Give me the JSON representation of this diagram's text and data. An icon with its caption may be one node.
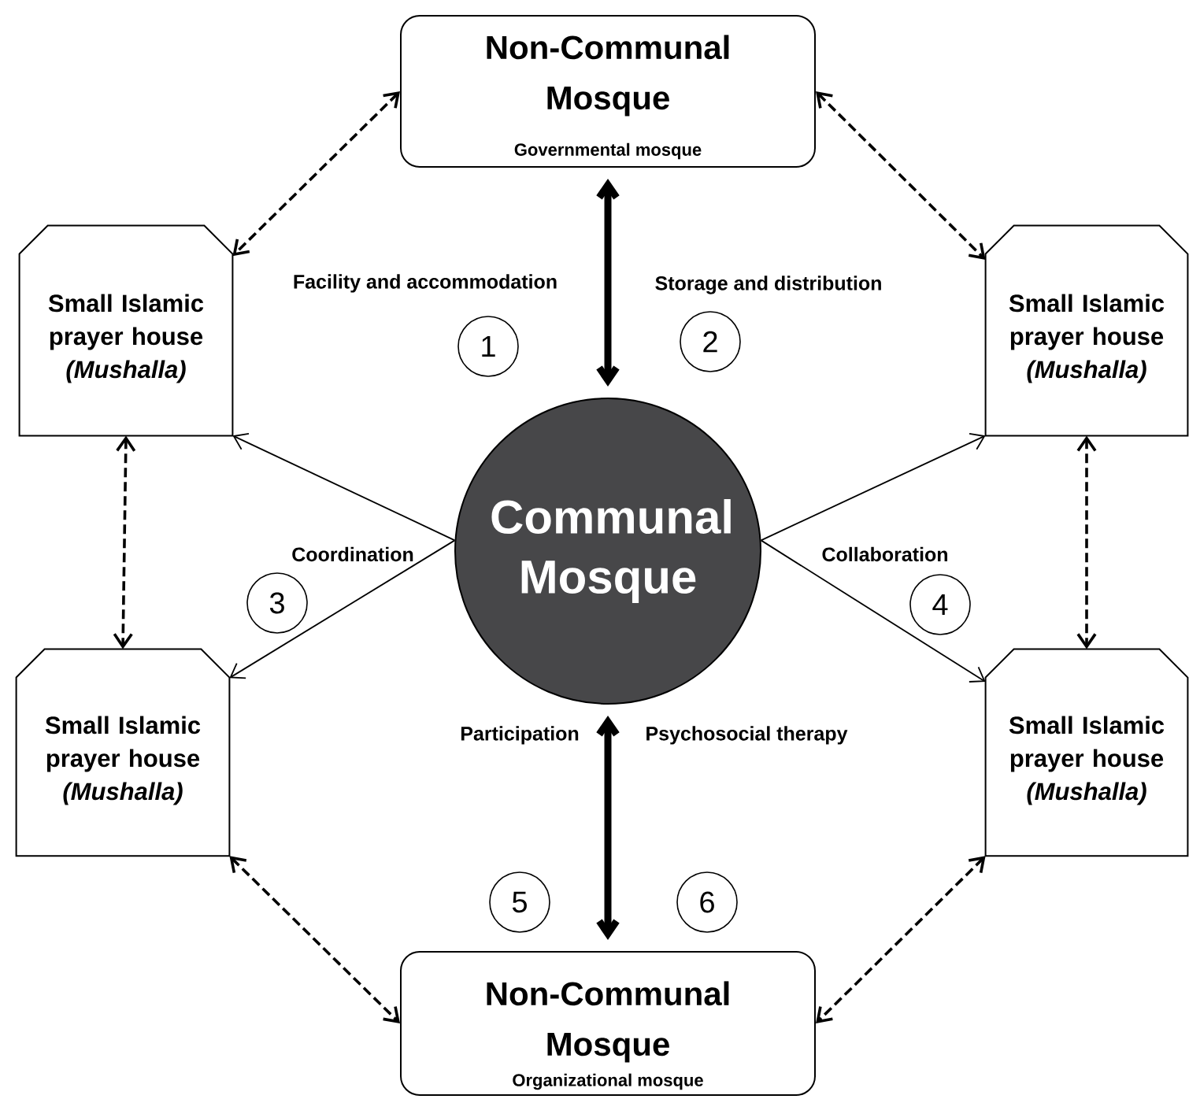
{
  "diagram": {
    "nodes": [
      {
        "text": [
          "Non-Communal Mosque",
          "Governmental mosque"
        ]
      },
      {
        "text": [
          "Small Islamic prayer house *(Mushalla)*"
        ]
      },
      {
        "text": [
          "Small Islamic prayer house *(Mushalla)*"
        ]
      },
      {
        "text": [
          "Communal Mosque"
        ]
      },
      {
        "text": [
          "Small Islamic prayer house *(Mushalla)*"
        ]
      },
      {
        "text": [
          "Small Islamic prayer house *(Mushalla)*"
        ]
      },
      {
        "text": [
          "Non-Communal Mosque",
          "Organizational mosque"
        ]
      },
      {
        "text": [
          "1"
        ],
        "beside": [
          "Facility and accommodation"
        ]
      },
      {
        "text": [
          "2"
        ],
        "beside": [
          "Storage and distribution"
        ]
      },
      {
        "text": [
          "3"
        ],
        "beside": [
          "Coordination"
        ]
      },
      {
        "text": [
          "4"
        ],
        "beside": [
          "Collaboration"
        ]
      },
      {
        "text": [
          "5"
        ]
      },
      {
        "text": [
          "6"
        ]
      }
    ],
    "edges": [
      {
        "from": 0,
        "to": 1,
        "arrow": "both",
        "style": "dashed"
      },
      {
        "from": 0,
        "to": 2,
        "arrow": "both",
        "style": "dashed"
      },
      {
        "from": 0,
        "to": 3,
        "arrow": "both",
        "style": "thick"
      },
      {
        "from": 1,
        "to": 4,
        "arrow": "both",
        "style": "dashed"
      },
      {
        "from": 2,
        "to": 5,
        "arrow": "both",
        "style": "dashed"
      },
      {
        "from": 3,
        "to": 1,
        "arrow": "to"
      },
      {
        "from": 3,
        "to": 4,
        "arrow": "to"
      },
      {
        "from": 3,
        "to": 2,
        "arrow": "to"
      },
      {
        "from": 3,
        "to": 5,
        "arrow": "to"
      },
      {
        "from": 3,
        "to": 6,
        "arrow": "both",
        "style": "thick"
      },
      {
        "from": 4,
        "to": 6,
        "arrow": "both",
        "style": "dashed"
      },
      {
        "from": 5,
        "to": 6,
        "arrow": "both",
        "style": "dashed"
      }
    ],
    "labels": [
      "Participation",
      "Psychosocial therapy"
    ]
  }
}
